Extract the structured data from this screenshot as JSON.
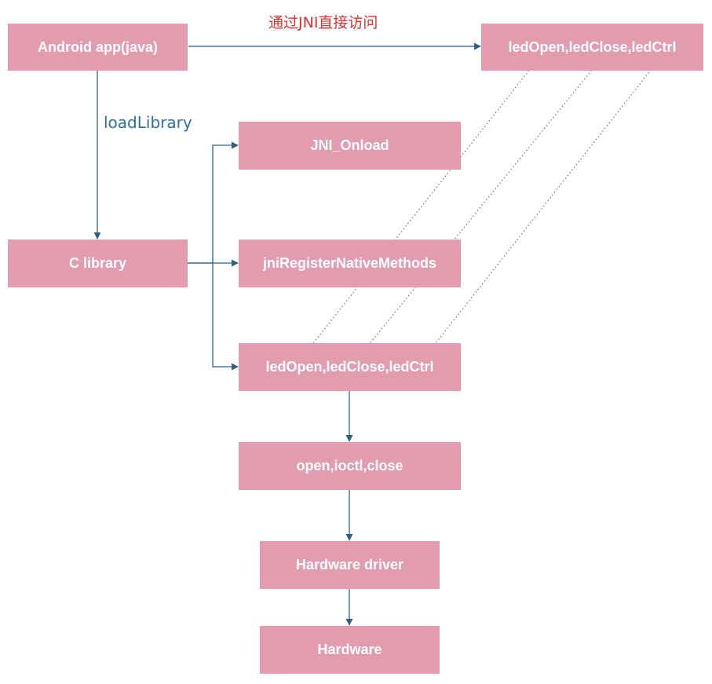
{
  "nodes": {
    "android_app": "Android app(java)",
    "top_methods": "ledOpen,ledClose,ledCtrl",
    "jni_onload": "JNI_Onload",
    "c_library": "C library",
    "register": "jniRegisterNativeMethods",
    "native_methods": "ledOpen,ledClose,ledCtrl",
    "syscalls": "open,ioctl,close",
    "driver": "Hardware driver",
    "hardware": "Hardware"
  },
  "edge_labels": {
    "jni_direct": "通过JNI直接访问",
    "load_library": "loadLibrary"
  },
  "colors": {
    "node_fill": "#e39bb0",
    "node_text": "#ffffff",
    "arrow": "#2f5f86",
    "dotted_arrow": "#2f5f86",
    "label_jni": "#e03030",
    "label_load": "#2f6f9a"
  }
}
